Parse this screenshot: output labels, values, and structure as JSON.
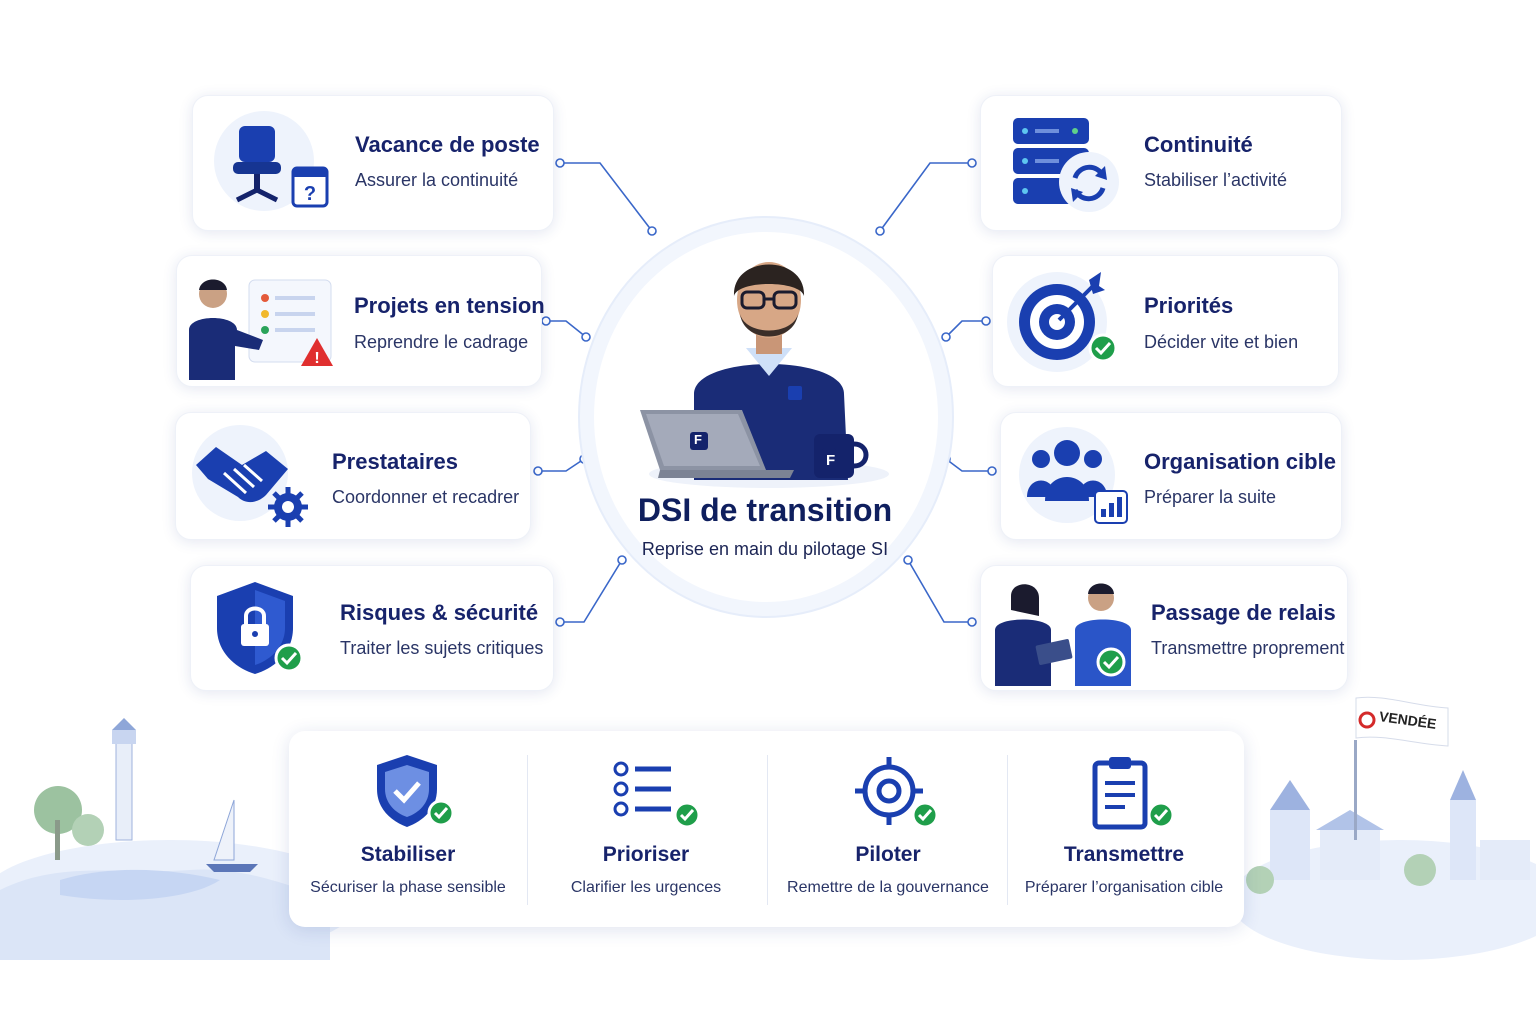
{
  "hub": {
    "title": "DSI de transition",
    "subtitle": "Reprise en main du pilotage SI"
  },
  "left_cards": [
    {
      "title": "Vacance de poste",
      "subtitle": "Assurer la continuité",
      "icon": "office-chair-icon"
    },
    {
      "title": "Projets en tension",
      "subtitle": "Reprendre le cadrage",
      "icon": "presenter-checklist-icon"
    },
    {
      "title": "Prestataires",
      "subtitle": "Coordonner et recadrer",
      "icon": "handshake-gear-icon"
    },
    {
      "title": "Risques & sécurité",
      "subtitle": "Traiter les sujets critiques",
      "icon": "shield-lock-icon"
    }
  ],
  "right_cards": [
    {
      "title": "Continuité",
      "subtitle": "Stabiliser l’activité",
      "icon": "server-sync-icon"
    },
    {
      "title": "Priorités",
      "subtitle": "Décider vite et bien",
      "icon": "target-icon"
    },
    {
      "title": "Organisation cible",
      "subtitle": "Préparer la suite",
      "icon": "team-icon"
    },
    {
      "title": "Passage de relais",
      "subtitle": "Transmettre proprement",
      "icon": "handover-icon"
    }
  ],
  "steps": [
    {
      "title": "Stabiliser",
      "subtitle": "Sécuriser la phase sensible",
      "icon": "shield-check-icon"
    },
    {
      "title": "Prioriser",
      "subtitle": "Clarifier les urgences",
      "icon": "checklist-icon"
    },
    {
      "title": "Piloter",
      "subtitle": "Remettre de la gouvernance",
      "icon": "crosshair-icon"
    },
    {
      "title": "Transmettre",
      "subtitle": "Préparer l’organisation cible",
      "icon": "clipboard-icon"
    }
  ],
  "flag": {
    "label": "VENDÉE"
  },
  "badge": {
    "letter": "F"
  },
  "colors": {
    "primary": "#1a3fb0",
    "navy": "#14236b",
    "check": "#1f9e4a",
    "alert": "#e02f2f"
  }
}
